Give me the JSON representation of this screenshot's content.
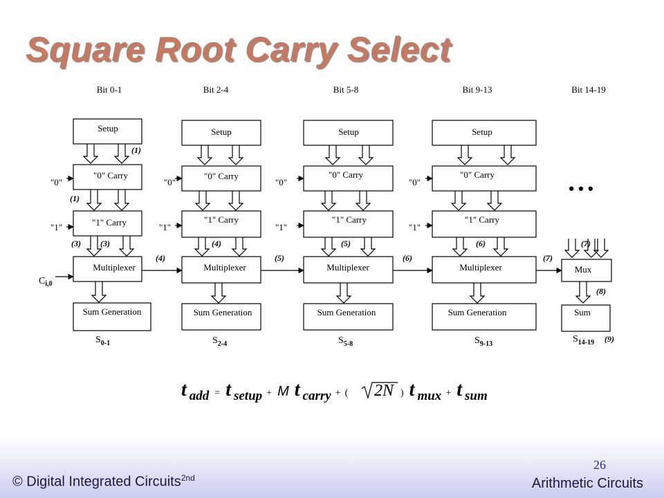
{
  "slide": {
    "title": "Square Root Carry Select",
    "footer_left": "© Digital Integrated Circuits",
    "footer_left_sup": "2nd",
    "footer_right": "Arithmetic Circuits",
    "page_number": "26"
  },
  "diagram": {
    "stages": [
      {
        "bit_label": "Bit 0-1",
        "setup": "Setup",
        "carry0": "\"0\" Carry",
        "carry1": "\"1\" Carry",
        "mux": "Multiplexer",
        "sumgen": "Sum Generation",
        "sum_base": "S",
        "sum_sub": "0-1"
      },
      {
        "bit_label": "Bit 2-4",
        "setup": "Setup",
        "carry0": "\"0\" Carry",
        "carry1": "\"1\" Carry",
        "mux": "Multiplexer",
        "sumgen": "Sum Generation",
        "sum_base": "S",
        "sum_sub": "2-4"
      },
      {
        "bit_label": "Bit 5-8",
        "setup": "Setup",
        "carry0": "\"0\" Carry",
        "carry1": "\"1\" Carry",
        "mux": "Multiplexer",
        "sumgen": "Sum Generation",
        "sum_base": "S",
        "sum_sub": "5-8"
      },
      {
        "bit_label": "Bit 9-13",
        "setup": "Setup",
        "carry0": "\"0\" Carry",
        "carry1": "\"1\" Carry",
        "mux": "Multiplexer",
        "sumgen": "Sum Generation",
        "sum_base": "S",
        "sum_sub": "9-13"
      }
    ],
    "last_stage": {
      "bit_label": "Bit 14-19",
      "mux": "Mux",
      "sum": "Sum",
      "sum_base": "S",
      "sum_sub": "14-19",
      "ellipsis": "• • •"
    },
    "carry_in_0": "\"0\"",
    "carry_in_1": "\"1\"",
    "carry_in_base": "C",
    "carry_in_sub": "i,0",
    "step_labels": [
      "(1)",
      "(1)",
      "(3)",
      "(3)",
      "(4)",
      "(4)",
      "(5)",
      "(5)",
      "(6)",
      "(6)",
      "(7)",
      "(7)",
      "(8)",
      "(9)"
    ]
  },
  "equation": {
    "t": "t",
    "add": "add",
    "eq": "=",
    "setup": "setup",
    "plus": "+",
    "M": "M",
    "carry": "carry",
    "open": "(",
    "twoN": "2N",
    "close": ")",
    "mux": "mux",
    "sum": "sum"
  }
}
